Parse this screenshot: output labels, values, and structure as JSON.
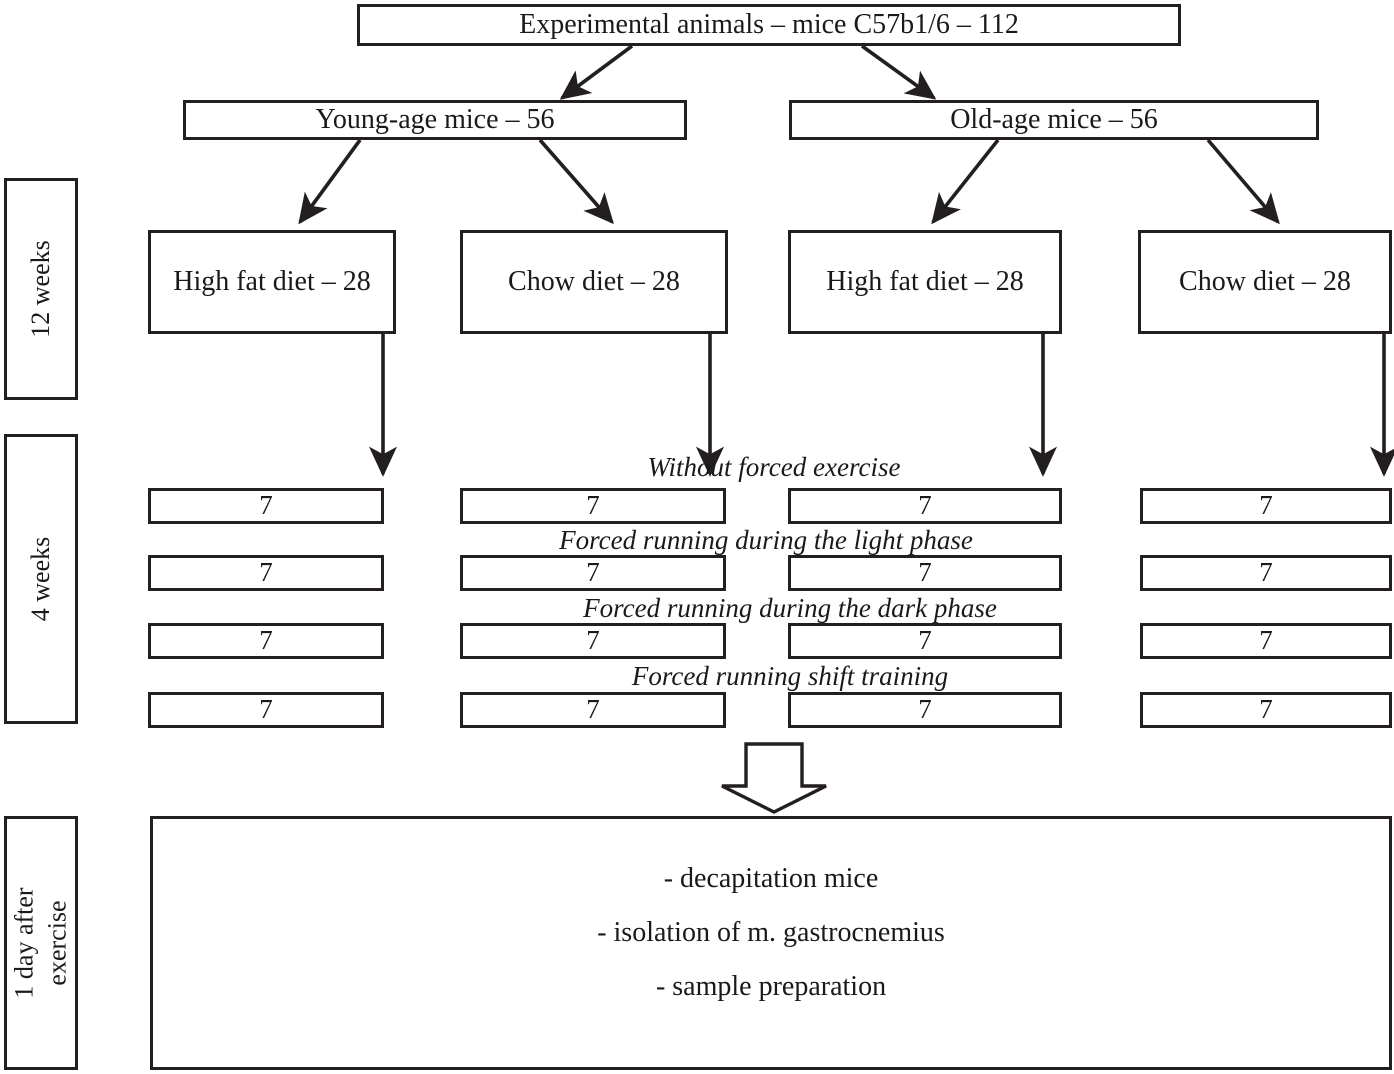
{
  "diagram": {
    "title_box": {
      "label": "Experimental animals – mice C57b1/6 – 112"
    },
    "age_groups": [
      {
        "label": "Young-age mice – 56"
      },
      {
        "label": "Old-age mice – 56"
      }
    ],
    "diet_groups": [
      {
        "label": "High fat diet – 28"
      },
      {
        "label": "Chow diet – 28"
      },
      {
        "label": "High fat diet – 28"
      },
      {
        "label": "Chow diet – 28"
      }
    ],
    "exercise_rows": [
      {
        "label": "Without forced exercise",
        "counts": [
          "7",
          "7",
          "7",
          "7"
        ]
      },
      {
        "label": "Forced running during the light phase",
        "counts": [
          "7",
          "7",
          "7",
          "7"
        ]
      },
      {
        "label": "Forced running during the dark phase",
        "counts": [
          "7",
          "7",
          "7",
          "7"
        ]
      },
      {
        "label": "Forced running shift training",
        "counts": [
          "7",
          "7",
          "7",
          "7"
        ]
      }
    ],
    "timeline_labels": [
      {
        "text": "12 weeks"
      },
      {
        "text": "4 weeks"
      },
      {
        "text_line1": "1 day after",
        "text_line2": "exercise"
      }
    ],
    "result_box": {
      "lines": [
        "- decapitation mice",
        "- isolation of m. gastrocnemius",
        "- sample preparation"
      ]
    },
    "colors": {
      "stroke": "#231f20",
      "background": "#ffffff",
      "text": "#1a1a1a"
    }
  }
}
